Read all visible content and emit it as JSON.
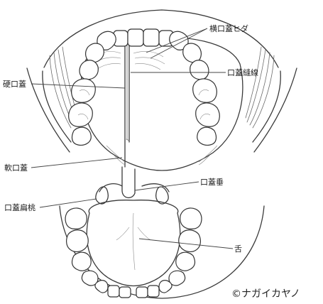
{
  "labels": {
    "transverse_palatine_folds": "横口蓋ヒダ",
    "palatine_raphe": "口蓋縫線",
    "hard_palate": "硬口蓋",
    "soft_palate": "軟口蓋",
    "uvula": "口蓋垂",
    "palatine_tonsil": "口蓋扁桃",
    "tongue": "舌"
  },
  "credit": "©ナガイカヤノ",
  "colors": {
    "line": "#3a3a3a",
    "background": "#ffffff"
  }
}
